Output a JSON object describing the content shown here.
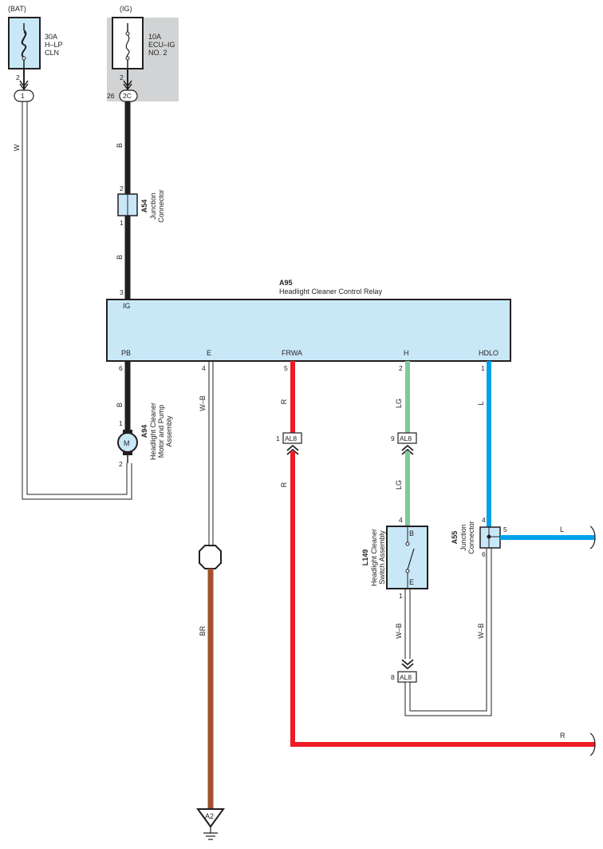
{
  "power_sources": {
    "bat": {
      "label": "(BAT)",
      "fuse_line1": "30A",
      "fuse_line2": "H–LP",
      "fuse_line3": "CLN",
      "pin_top": "2",
      "connector_id": "1"
    },
    "ig": {
      "label": "(IG)",
      "fuse_line1": "10A",
      "fuse_line2": "ECU–IG",
      "fuse_line3": "NO. 2",
      "pin_top": "2",
      "connector_pin": "26",
      "connector_id": "2C"
    }
  },
  "junction_a54": {
    "id": "A54",
    "line1": "Junction",
    "line2": "Connector",
    "pin_top": "2",
    "pin_bottom": "1"
  },
  "relay": {
    "id": "A95",
    "name": "Headlight Cleaner Control Relay",
    "terminals": {
      "ig": "IG",
      "pb": "PB",
      "e": "E",
      "frwa": "FRWA",
      "h": "H",
      "hdlo": "HDLO"
    },
    "pins": {
      "ig": "3",
      "pb": "6",
      "e": "4",
      "frwa": "5",
      "h": "2",
      "hdlo": "1"
    }
  },
  "motor_a94": {
    "id": "A94",
    "line1": "Headlight Cleaner",
    "line2": "Motor and Pump",
    "line3": "Assembly",
    "symbol": "M",
    "pin_top": "1",
    "pin_bottom": "2"
  },
  "wire_codes": {
    "w": "W",
    "b": "B",
    "wb": "W–B",
    "r": "R",
    "lg": "LG",
    "l": "L",
    "br": "BR"
  },
  "inline_connectors": {
    "al8_frwa": {
      "id": "AL8",
      "pin": "1"
    },
    "al8_h": {
      "id": "AL8",
      "pin": "9"
    },
    "al8_e": {
      "id": "AL8",
      "pin": "8"
    }
  },
  "switch_l149": {
    "id": "L149",
    "line1": "Headlight Cleaner",
    "line2": "Switch Assembly",
    "term_top": "B",
    "term_bottom": "E",
    "pin_top": "4",
    "pin_bottom": "1"
  },
  "junction_a55": {
    "id": "A55",
    "line1": "Junction",
    "line2": "Connector",
    "pin_in": "4",
    "pin_out": "5",
    "pin_gnd": "6"
  },
  "ground": {
    "id": "A2"
  },
  "colors": {
    "wire_black": "#231f20",
    "wire_red": "#ed1c24",
    "wire_lightgreen": "#80c99a",
    "wire_blue": "#00a2e8",
    "wire_brown": "#a0522d",
    "component_fill": "#c8e8f8",
    "fuse_box_bg": "#d1d3d4"
  }
}
